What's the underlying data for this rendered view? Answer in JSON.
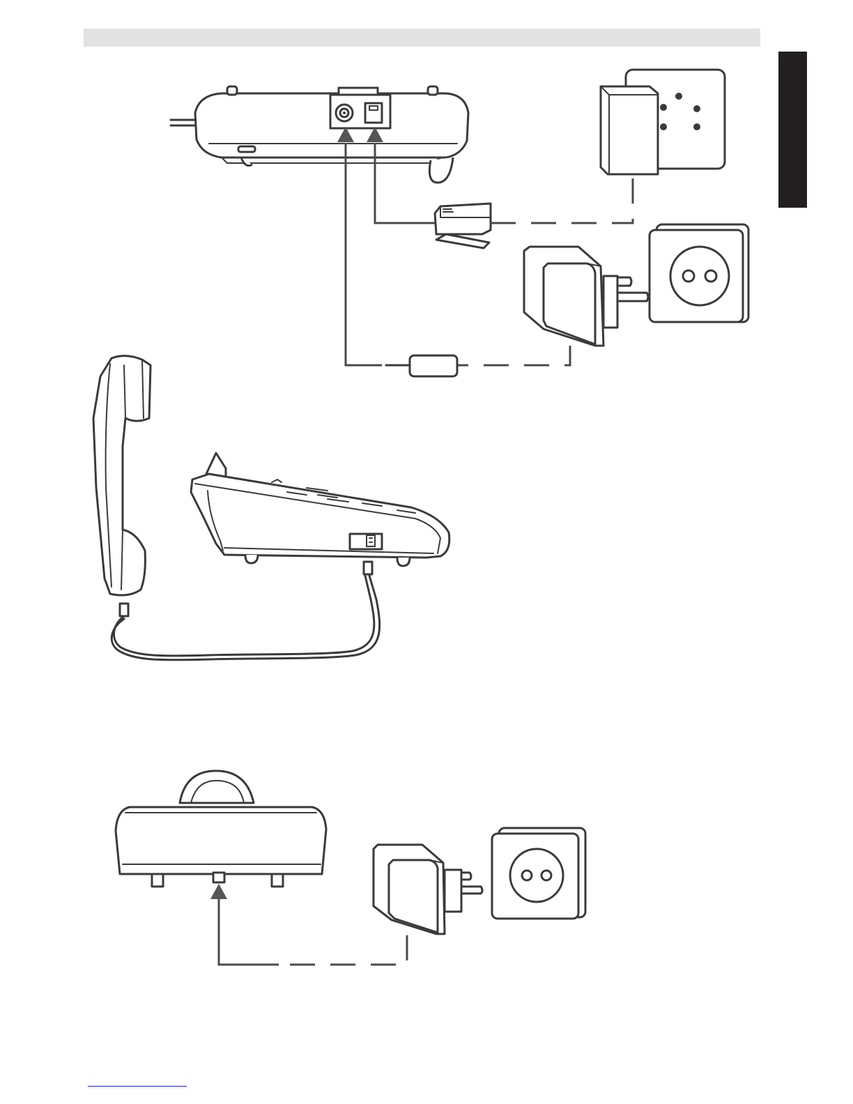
{
  "page": {
    "colors": {
      "header_bar": "#e2e2e2",
      "side_tab": "#231f20",
      "line_art": "#3a3a3a",
      "footer_link": "#1a1ad6"
    },
    "header": {
      "text": ""
    },
    "side_tab": {
      "text": ""
    }
  },
  "figures": [
    {
      "id": "corded-phone-connections",
      "components": [
        "phone-base-rear",
        "dc-jack",
        "line-jack",
        "telephone-wall-socket",
        "rj11-plug",
        "power-adapter",
        "power-socket",
        "dc-plug"
      ]
    },
    {
      "id": "handset-connection",
      "components": [
        "handset",
        "phone-base-side",
        "coiled-cord"
      ]
    },
    {
      "id": "charger-connection",
      "components": [
        "charger-base",
        "power-adapter",
        "power-socket"
      ]
    }
  ]
}
